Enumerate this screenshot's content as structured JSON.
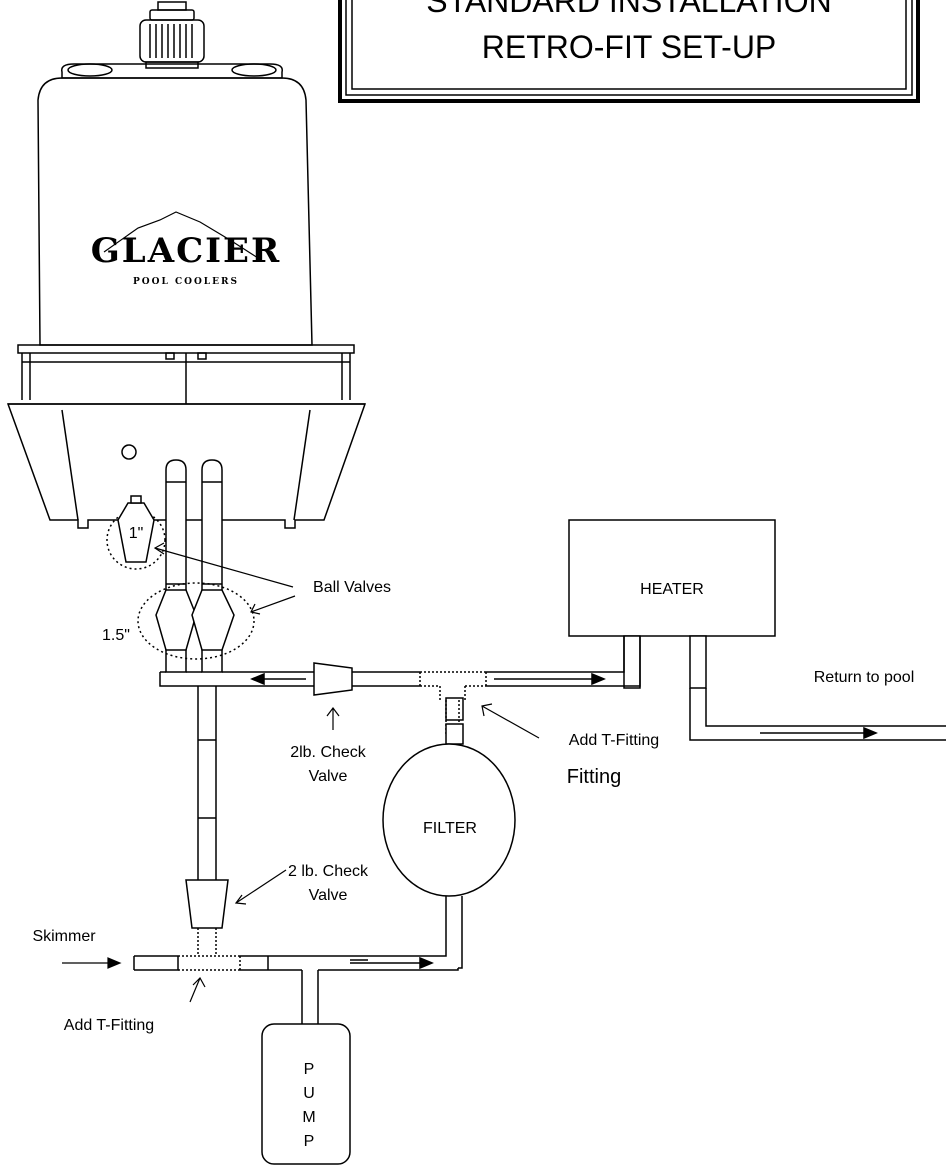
{
  "title": {
    "line1": "STANDARD INSTALLATION",
    "line2": "RETRO-FIT SET-UP"
  },
  "brand": {
    "name": "GLACIER",
    "tagline": "POOL COOLERS"
  },
  "labels": {
    "small_valve_size": "1\"",
    "large_valve_size": "1.5\"",
    "ball_valves": "Ball Valves",
    "heater": "HEATER",
    "return_to_pool": "Return to pool",
    "check_valve_top_line1": "2lb. Check",
    "check_valve_top_line2": "Valve",
    "add_t_fitting_top": "Add T-Fitting",
    "fitting": "Fitting",
    "filter": "FILTER",
    "check_valve_bottom_line1": "2 lb. Check",
    "check_valve_bottom_line2": "Valve",
    "skimmer": "Skimmer",
    "add_t_fitting_bottom": "Add T-Fitting",
    "pump_letters": [
      "P",
      "U",
      "M",
      "P"
    ]
  }
}
